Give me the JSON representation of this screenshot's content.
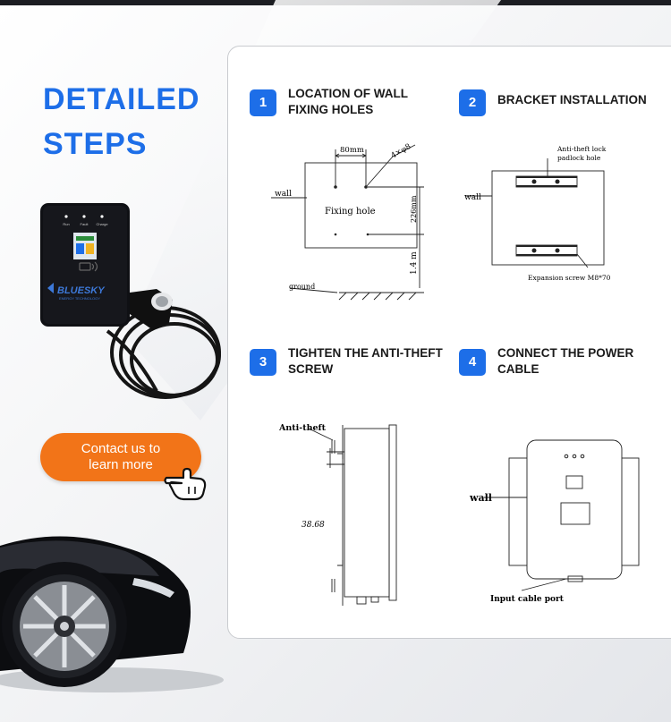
{
  "hero": {
    "title_line1": "DETAILED",
    "title_line2": "STEPS"
  },
  "charger": {
    "brand": "BLUESKY",
    "subtitle": "ENERGY TECHNOLOGY",
    "indicators": [
      "Run",
      "Fault",
      "Charge"
    ]
  },
  "cta": {
    "line1": "Contact us to",
    "line2": "learn more"
  },
  "steps": [
    {
      "number": "1",
      "label": "LOCATION OF WALL FIXING HOLES",
      "diagram": {
        "wall": "wall",
        "center": "Fixing hole",
        "width_dim": "80mm",
        "holes": "4×φ8",
        "height_dim": "226mm",
        "ground_dim": "1.4 m",
        "ground": "ground"
      }
    },
    {
      "number": "2",
      "label": "BRACKET INSTALLATION",
      "diagram": {
        "lock_line1": "Anti-theft lock",
        "lock_line2": "padlock hole",
        "wall": "wall",
        "screw": "Expansion screw M8*70"
      }
    },
    {
      "number": "3",
      "label": "TIGHTEN THE ANTI-THEFT SCREW",
      "diagram": {
        "label": "Anti-theft",
        "dim": "38.68"
      }
    },
    {
      "number": "4",
      "label": "CONNECT THE POWER CABLE",
      "diagram": {
        "wall": "wall",
        "port": "Input cable port"
      }
    }
  ],
  "colors": {
    "accent_blue": "#1d6ee8",
    "cta_orange": "#f27418",
    "topbar": "#1c1d22"
  }
}
